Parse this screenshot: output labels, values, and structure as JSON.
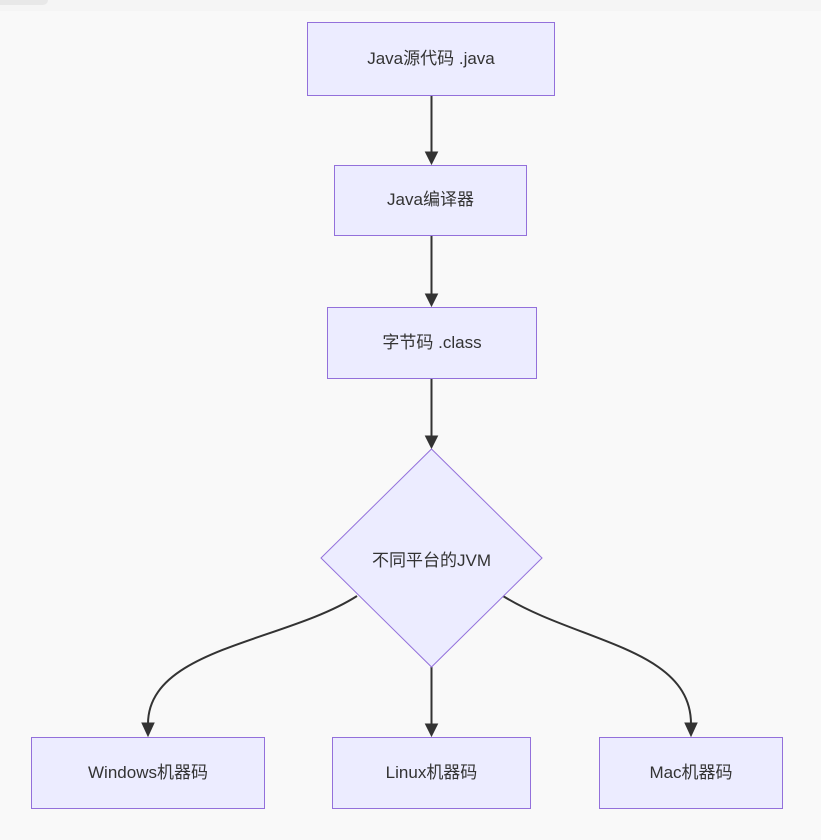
{
  "diagram": {
    "type": "flowchart",
    "direction": "top-down",
    "colors": {
      "node_fill": "#ECECFF",
      "node_border": "#9370DB",
      "edge": "#333333",
      "text": "#333333",
      "canvas_background": "#F9F9F9"
    },
    "nodes": [
      {
        "id": "source",
        "shape": "rectangle",
        "label": "Java源代码 .java"
      },
      {
        "id": "compiler",
        "shape": "rectangle",
        "label": "Java编译器"
      },
      {
        "id": "bytecode",
        "shape": "rectangle",
        "label": "字节码 .class"
      },
      {
        "id": "jvm",
        "shape": "diamond",
        "label": "不同平台的JVM"
      },
      {
        "id": "windows",
        "shape": "rectangle",
        "label": "Windows机器码"
      },
      {
        "id": "linux",
        "shape": "rectangle",
        "label": "Linux机器码"
      },
      {
        "id": "mac",
        "shape": "rectangle",
        "label": "Mac机器码"
      }
    ],
    "edges": [
      {
        "from": "source",
        "to": "compiler",
        "style": "arrow"
      },
      {
        "from": "compiler",
        "to": "bytecode",
        "style": "arrow"
      },
      {
        "from": "bytecode",
        "to": "jvm",
        "style": "arrow"
      },
      {
        "from": "jvm",
        "to": "windows",
        "style": "arrow"
      },
      {
        "from": "jvm",
        "to": "linux",
        "style": "arrow"
      },
      {
        "from": "jvm",
        "to": "mac",
        "style": "arrow"
      }
    ]
  }
}
